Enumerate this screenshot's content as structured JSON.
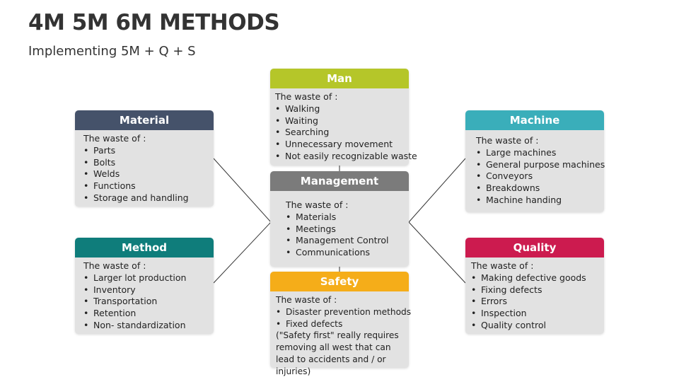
{
  "title": "4M 5M 6M METHODS",
  "subtitle": "Implementing 5M + Q + S",
  "colors": {
    "man": "#b5c629",
    "material": "#45526a",
    "machine": "#3aaeba",
    "management": "#7b7b7b",
    "method": "#0f7d7b",
    "quality": "#cc1b4f",
    "safety": "#f5ad19",
    "card_bg": "#e2e2e2"
  },
  "cards": {
    "man": {
      "title": "Man",
      "intro": "The waste of :",
      "items": [
        "Walking",
        "Waiting",
        "Searching",
        "Unnecessary movement",
        "Not easily recognizable waste"
      ]
    },
    "material": {
      "title": "Material",
      "intro": "The waste of :",
      "items": [
        "Parts",
        "Bolts",
        "Welds",
        "Functions",
        "Storage and handling"
      ]
    },
    "machine": {
      "title": "Machine",
      "intro": "The waste of :",
      "items": [
        "Large machines",
        "General purpose machines",
        "Conveyors",
        "Breakdowns",
        "Machine handing"
      ]
    },
    "management": {
      "title": "Management",
      "intro": "The waste of :",
      "items": [
        "Materials",
        "Meetings",
        "Management Control",
        "Communications"
      ]
    },
    "method": {
      "title": "Method",
      "intro": "The waste of :",
      "items": [
        "Larger lot production",
        "Inventory",
        "Transportation",
        "Retention",
        "Non- standardization"
      ]
    },
    "quality": {
      "title": "Quality",
      "intro": "The waste of :",
      "items": [
        "Making defective goods",
        "Fixing defects",
        "Errors",
        "Inspection",
        "Quality control"
      ]
    },
    "safety": {
      "title": "Safety",
      "intro": "The waste of :",
      "items": [
        "Disaster prevention methods",
        "Fixed defects"
      ],
      "note": "(\"Safety first\" really requires removing all west that can lead to accidents and / or injuries)"
    }
  }
}
